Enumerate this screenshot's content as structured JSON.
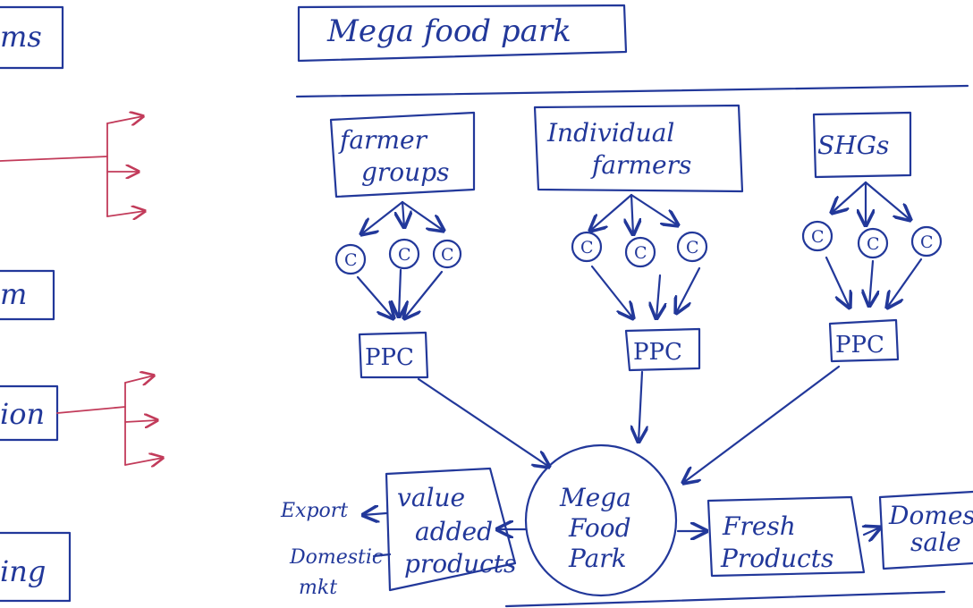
{
  "title": "Mega food park",
  "left_panel": {
    "fragments": [
      "ms",
      "m",
      "ion",
      "ing"
    ]
  },
  "sources": [
    {
      "lines": [
        "farmer",
        "groups"
      ]
    },
    {
      "lines": [
        "Individual",
        "farmers"
      ]
    },
    {
      "lines": [
        "SHGs"
      ]
    }
  ],
  "cluster_label": "C",
  "ppc_label": "PPC",
  "hub": {
    "lines": [
      "Mega",
      "Food",
      "Park"
    ]
  },
  "value_added": {
    "lines": [
      "value",
      "added",
      "products"
    ]
  },
  "export_label": "Export",
  "domestic_mkt": {
    "lines": [
      "Domestic",
      "mkt"
    ]
  },
  "fresh": {
    "lines": [
      "Fresh",
      "Products"
    ]
  },
  "domestic_sale": {
    "lines": [
      "Domestic",
      "sale"
    ]
  },
  "colors": {
    "ink": "#22389a",
    "red_ink": "#c23b5a",
    "paper": "#ffffff"
  }
}
